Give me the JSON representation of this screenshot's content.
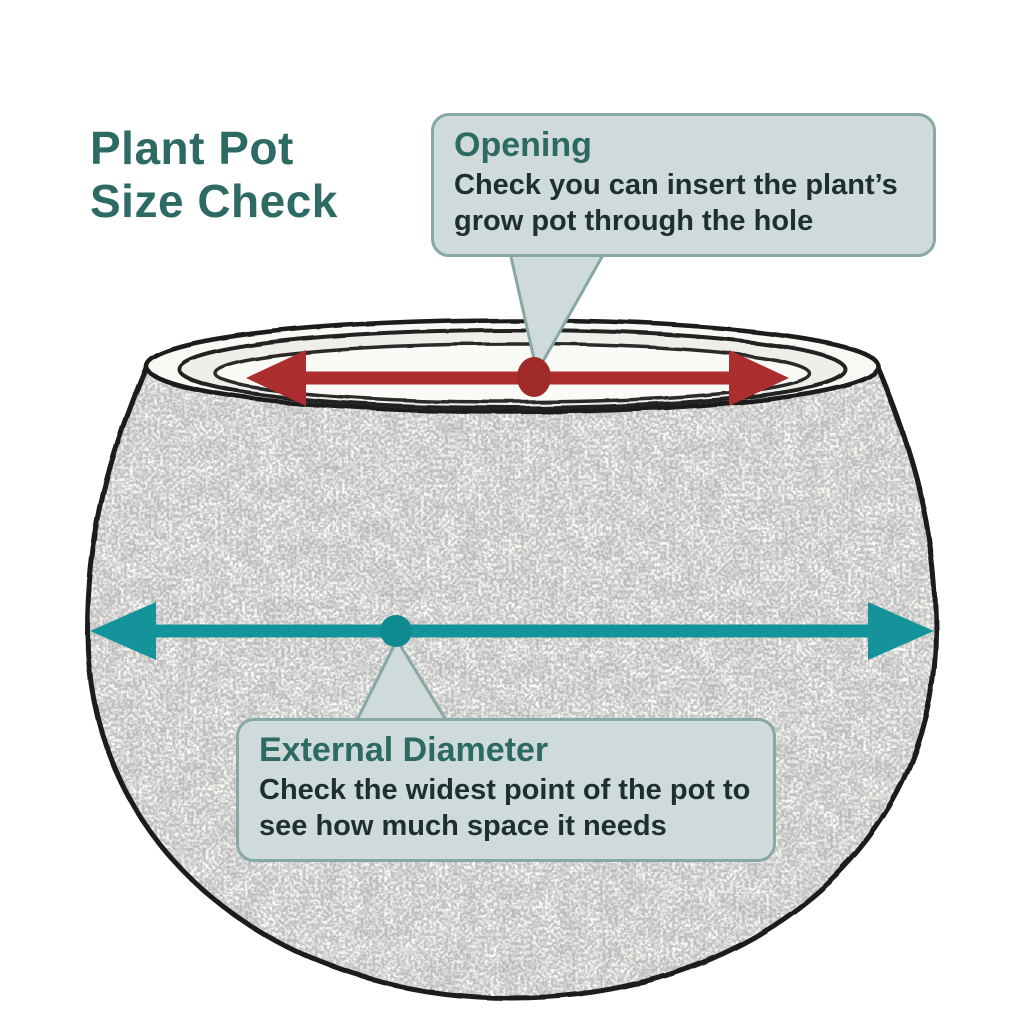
{
  "title": {
    "line1": "Plant Pot",
    "line2": "Size Check"
  },
  "callouts": {
    "opening": {
      "heading": "Opening",
      "body": "Check you can insert the plant’s grow pot through the hole"
    },
    "external_diameter": {
      "heading": "External Diameter",
      "body": "Check the widest point of the pot to see how much space it needs"
    }
  },
  "diagram": {
    "subject": "plant-pot-sketch",
    "markers": {
      "opening_arrow": "red double-headed arrow across pot opening",
      "opening_dot": "red dot at opening centre",
      "external_diameter_arrow": "teal double-headed arrow across widest point",
      "external_diameter_dot": "teal dot on diameter line"
    },
    "colors": {
      "title_teal": "#2d6a64",
      "arrow_red": "#ac2e2e",
      "arrow_teal": "#14949a",
      "callout_bg": "#cfdbda",
      "callout_border": "#87a8a5",
      "body_text": "#1e2f2e",
      "sketch_line": "#1a1a1a"
    }
  }
}
